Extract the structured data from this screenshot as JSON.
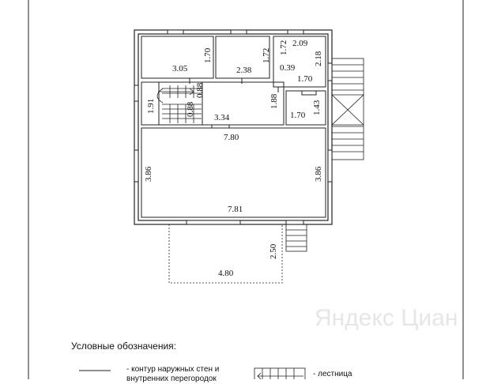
{
  "dimensions": {
    "room1_width": "3.05",
    "room1_height": "1.70",
    "room2_width": "2.38",
    "room2_height": "1.72",
    "room3_width": "2.09",
    "room3_height_left": "1.72",
    "room3_height_right": "2.18",
    "room3_small": "0.39",
    "room3_bottom": "1.70",
    "stair_height": "1.91",
    "hall_upper_small": "0.88",
    "hall_lower_small": "0.88",
    "hall_width": "3.34",
    "hall_height": "1.88",
    "bath_width": "1.70",
    "bath_height": "1.43",
    "total_width_top": "7.80",
    "living_height_left": "3.86",
    "living_height_right": "3.86",
    "total_width_bottom": "7.81",
    "terrace_depth": "2.50",
    "terrace_width": "4.80"
  },
  "legend": {
    "title": "Условные обозначения:",
    "walls_line1": "- контур наружных стен и",
    "walls_line2": "внутренних перегородок",
    "stairs": "- лестница"
  },
  "watermark": "Яндекс Циан"
}
